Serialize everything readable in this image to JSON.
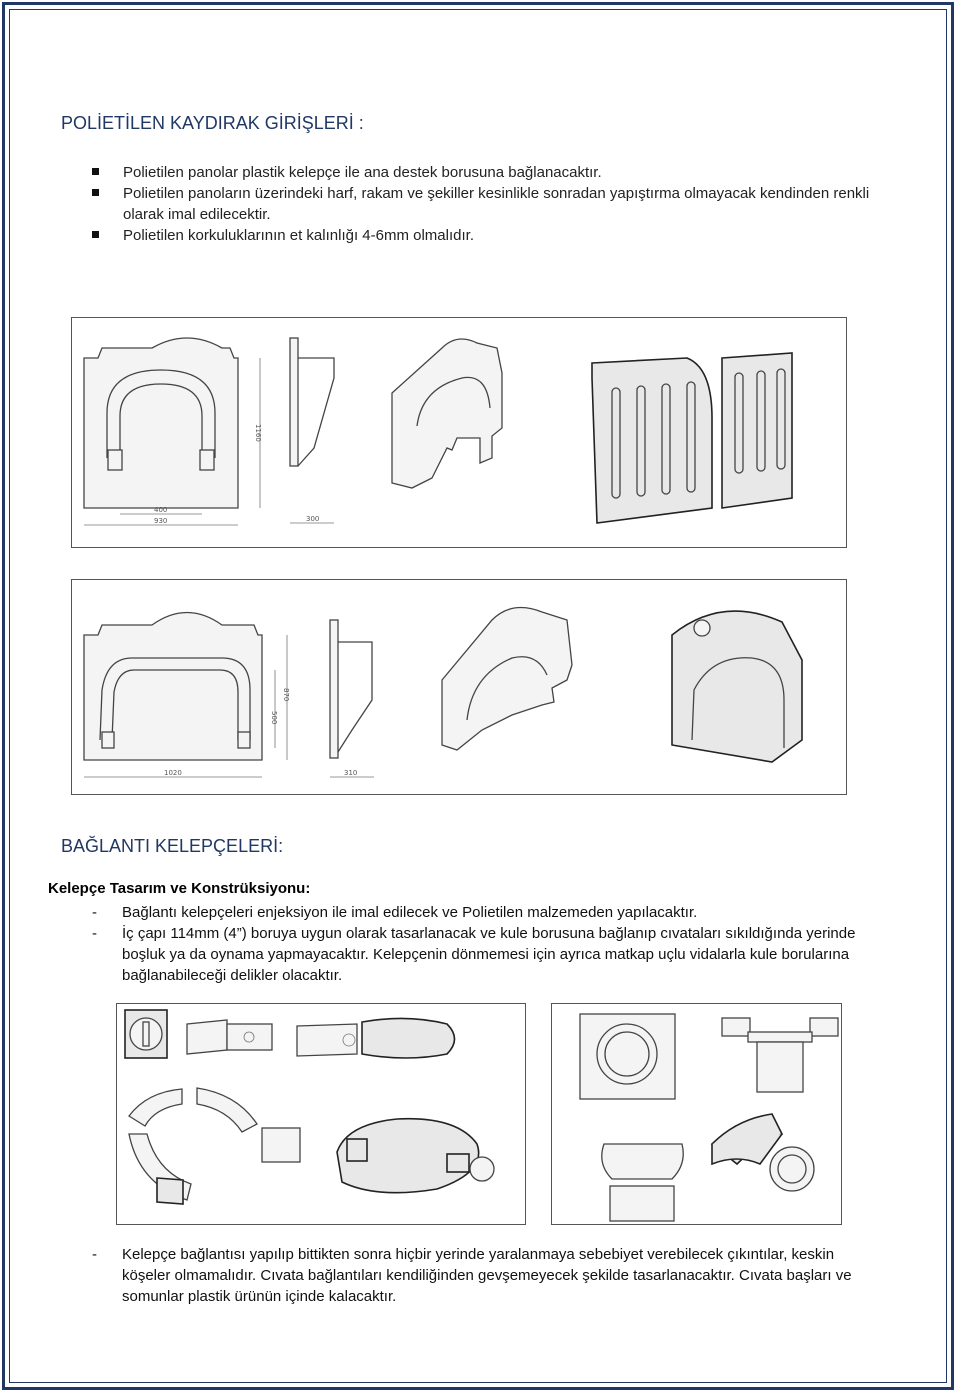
{
  "section1": {
    "title": "POLİETİLEN KAYDIRAK GİRİŞLERİ :",
    "bullets": [
      "Polietilen panolar plastik kelepçe ile ana destek borusuna bağlanacaktır.",
      "Polietilen panoların üzerindeki harf, rakam ve şekiller kesinlikle sonradan yapıştırma olmayacak kendinden renkli olarak imal edilecektir.",
      "Polietilen korkuluklarının et kalınlığı 4-6mm olmalıdır."
    ]
  },
  "figure1": {
    "dimensions": {
      "width": "400",
      "total": "930",
      "height": "1160",
      "depth": "300"
    }
  },
  "figure2": {
    "dimensions": {
      "width": "1020",
      "height_inner": "500",
      "height_total": "870",
      "depth": "310"
    }
  },
  "section2": {
    "title": "BAĞLANTI KELEPÇELERİ:",
    "subtitle": "Kelepçe Tasarım ve Konstrüksiyonu:",
    "dash": "-",
    "items": [
      "Bağlantı kelepçeleri enjeksiyon ile imal edilecek ve Polietilen malzemeden yapılacaktır.",
      "İç çapı 114mm (4”) boruya uygun olarak tasarlanacak ve kule borusuna bağlanıp cıvataları sıkıldığında yerinde boşluk ya da oynama yapmayacaktır. Kelepçenin dönmemesi için ayrıca matkap uçlu vidalarla kule borularına bağlanabileceği delikler olacaktır."
    ],
    "final_item": "Kelepçe bağlantısı yapılıp bittikten sonra hiçbir yerinde yaralanmaya sebebiyet verebilecek çıkıntılar, keskin köşeler olmamalıdır. Cıvata bağlantıları kendiliğinden gevşemeyecek şekilde tasarlanacaktır. Cıvata başları ve somunlar plastik ürünün içinde kalacaktır."
  }
}
